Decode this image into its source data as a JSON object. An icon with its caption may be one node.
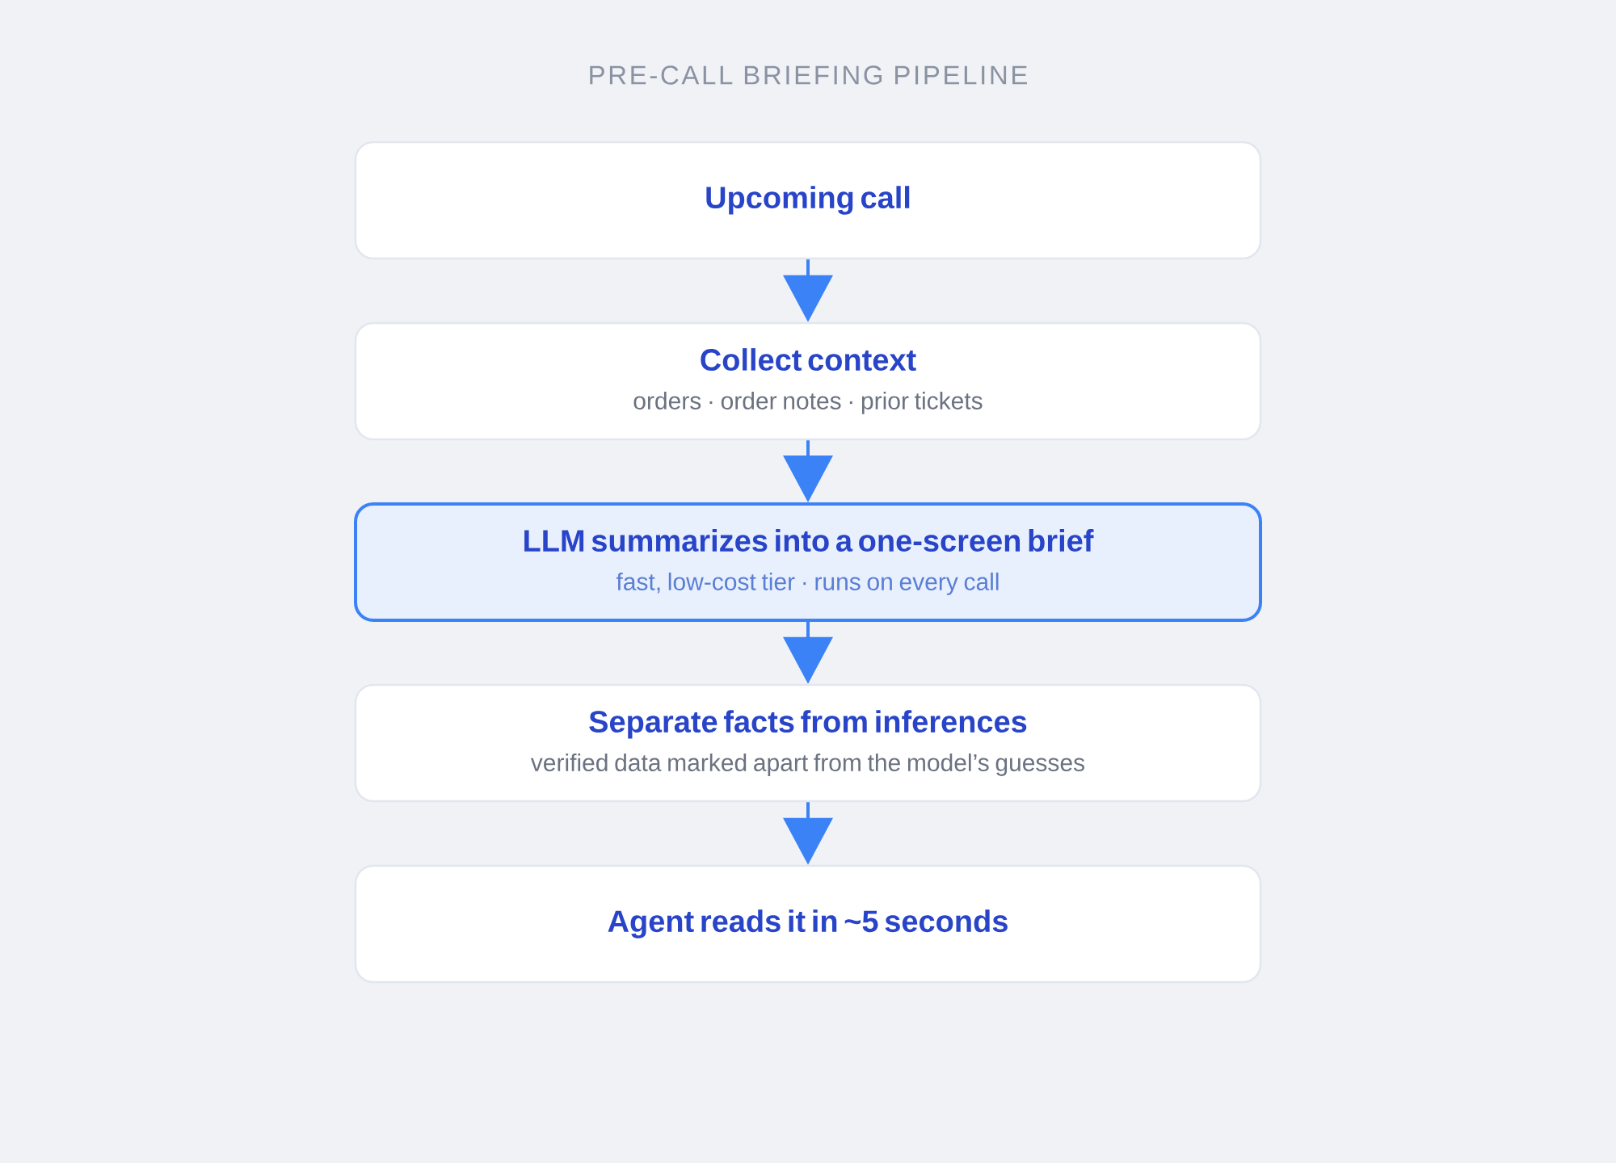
{
  "diagram": {
    "title": "PRE-CALL BRIEFING PIPELINE",
    "nodes": [
      {
        "text": [
          "Upcoming call"
        ]
      },
      {
        "text": [
          "Collect context",
          "orders · order notes · prior tickets"
        ]
      },
      {
        "text": [
          "LLM summarizes into a one-screen brief",
          "fast, low-cost tier · runs on every call"
        ]
      },
      {
        "text": [
          "Separate facts from inferences",
          "verified data marked apart from the model’s guesses"
        ]
      },
      {
        "text": [
          "Agent reads it in ~5 seconds"
        ]
      }
    ],
    "edges": [
      {
        "from": 0,
        "to": 1,
        "arrow": "to"
      },
      {
        "from": 1,
        "to": 2,
        "arrow": "to"
      },
      {
        "from": 2,
        "to": 3,
        "arrow": "to"
      },
      {
        "from": 3,
        "to": 4,
        "arrow": "to"
      }
    ]
  }
}
